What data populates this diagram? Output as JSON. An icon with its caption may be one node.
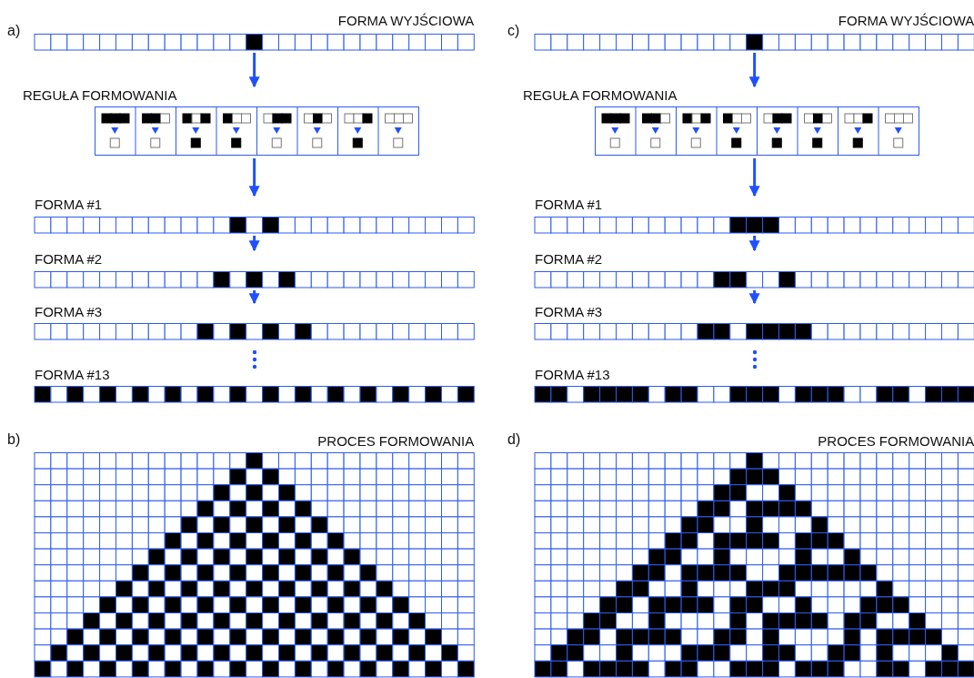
{
  "diagram": {
    "nodes": [
      {
        "text": [
          "FORMA WYJŚCIOWA"
        ]
      },
      {
        "text": [
          "REGUŁA FORMOWANIA"
        ]
      },
      {
        "text": [
          "FORMA #1"
        ]
      },
      {
        "text": [
          "FORMA #2"
        ]
      },
      {
        "text": [
          "FORMA #3"
        ]
      },
      {
        "text": [
          "FORMA #13"
        ]
      },
      {
        "text": [
          "PROCES FORMOWANIA"
        ]
      },
      {
        "text": [
          "FORMA WYJŚCIOWA"
        ]
      },
      {
        "text": [
          "REGUŁA FORMOWANIA"
        ]
      },
      {
        "text": [
          "FORMA #1"
        ]
      },
      {
        "text": [
          "FORMA #2"
        ]
      },
      {
        "text": [
          "FORMA #3"
        ]
      },
      {
        "text": [
          "FORMA #13"
        ]
      },
      {
        "text": [
          "PROCES FORMOWANIA"
        ]
      }
    ],
    "edges": [
      {
        "from": 0,
        "to": 1,
        "arrow": "to"
      },
      {
        "from": 1,
        "to": 2,
        "arrow": "to"
      },
      {
        "from": 2,
        "to": 3,
        "arrow": "to"
      },
      {
        "from": 3,
        "to": 4,
        "arrow": "to"
      },
      {
        "from": 7,
        "to": 8,
        "arrow": "to"
      },
      {
        "from": 8,
        "to": 9,
        "arrow": "to"
      },
      {
        "from": 9,
        "to": 10,
        "arrow": "to"
      },
      {
        "from": 10,
        "to": 11,
        "arrow": "to"
      }
    ],
    "labels": [
      "a)",
      "c)",
      "b)",
      "d)"
    ]
  }
}
